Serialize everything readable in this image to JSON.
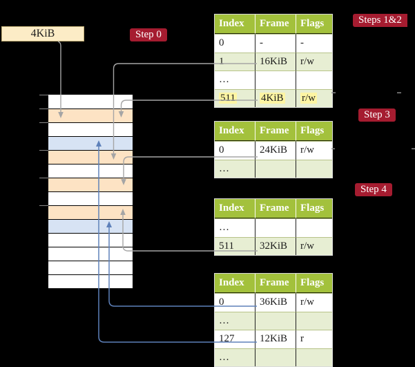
{
  "colors": {
    "background": "#000000",
    "badge_red": "#a51c30",
    "table_header_green": "#a3c13c",
    "table_row_green": "#e7eed3",
    "memory_pagetable_orange": "#fde3c4",
    "memory_mapped_blue": "#d7e3f4",
    "highlight_yellow": "#fdf5a3",
    "arrow_gray": "#a5a5a5",
    "arrow_blue": "#5e81ba",
    "frame_box_cream": "#fcecc6"
  },
  "frame_box": {
    "label": "4KiB"
  },
  "badges": {
    "step0": {
      "label": "Step 0"
    },
    "steps12": {
      "label": "Steps 1&2"
    },
    "step3": {
      "label": "Step 3"
    },
    "step4": {
      "label": "Step 4"
    }
  },
  "memory": {
    "rows": [
      "free",
      "pagetable",
      "free",
      "mapped",
      "pagetable",
      "free",
      "pagetable",
      "free",
      "pagetable",
      "mapped",
      "free",
      "free",
      "free",
      "free"
    ],
    "tick_offsets": [
      0,
      20,
      40,
      80,
      120,
      160
    ]
  },
  "page_tables": [
    {
      "columns": [
        "Index",
        "Frame",
        "Flags"
      ],
      "rows": [
        {
          "index": "0",
          "frame": "-",
          "flags": "-",
          "shaded": false,
          "highlighted": false
        },
        {
          "index": "1",
          "frame": "16KiB",
          "flags": "r/w",
          "shaded": true,
          "highlighted": false
        },
        {
          "index": "…",
          "frame": "",
          "flags": "",
          "shaded": false,
          "highlighted": false
        },
        {
          "index": "511",
          "frame": "4KiB",
          "flags": "r/w",
          "shaded": true,
          "highlighted": true
        }
      ]
    },
    {
      "columns": [
        "Index",
        "Frame",
        "Flags"
      ],
      "rows": [
        {
          "index": "0",
          "frame": "24KiB",
          "flags": "r/w",
          "shaded": false,
          "highlighted": false
        },
        {
          "index": "…",
          "frame": "",
          "flags": "",
          "shaded": true,
          "highlighted": false
        }
      ]
    },
    {
      "columns": [
        "Index",
        "Frame",
        "Flags"
      ],
      "rows": [
        {
          "index": "…",
          "frame": "",
          "flags": "",
          "shaded": false,
          "highlighted": false
        },
        {
          "index": "511",
          "frame": "32KiB",
          "flags": "r/w",
          "shaded": true,
          "highlighted": false
        }
      ]
    },
    {
      "columns": [
        "Index",
        "Frame",
        "Flags"
      ],
      "rows": [
        {
          "index": "0",
          "frame": "36KiB",
          "flags": "r/w",
          "shaded": false,
          "highlighted": false
        },
        {
          "index": "…",
          "frame": "",
          "flags": "",
          "shaded": true,
          "highlighted": false
        },
        {
          "index": "127",
          "frame": "12KiB",
          "flags": "r",
          "shaded": false,
          "highlighted": false
        },
        {
          "index": "…",
          "frame": "",
          "flags": "",
          "shaded": true,
          "highlighted": false
        }
      ]
    }
  ]
}
